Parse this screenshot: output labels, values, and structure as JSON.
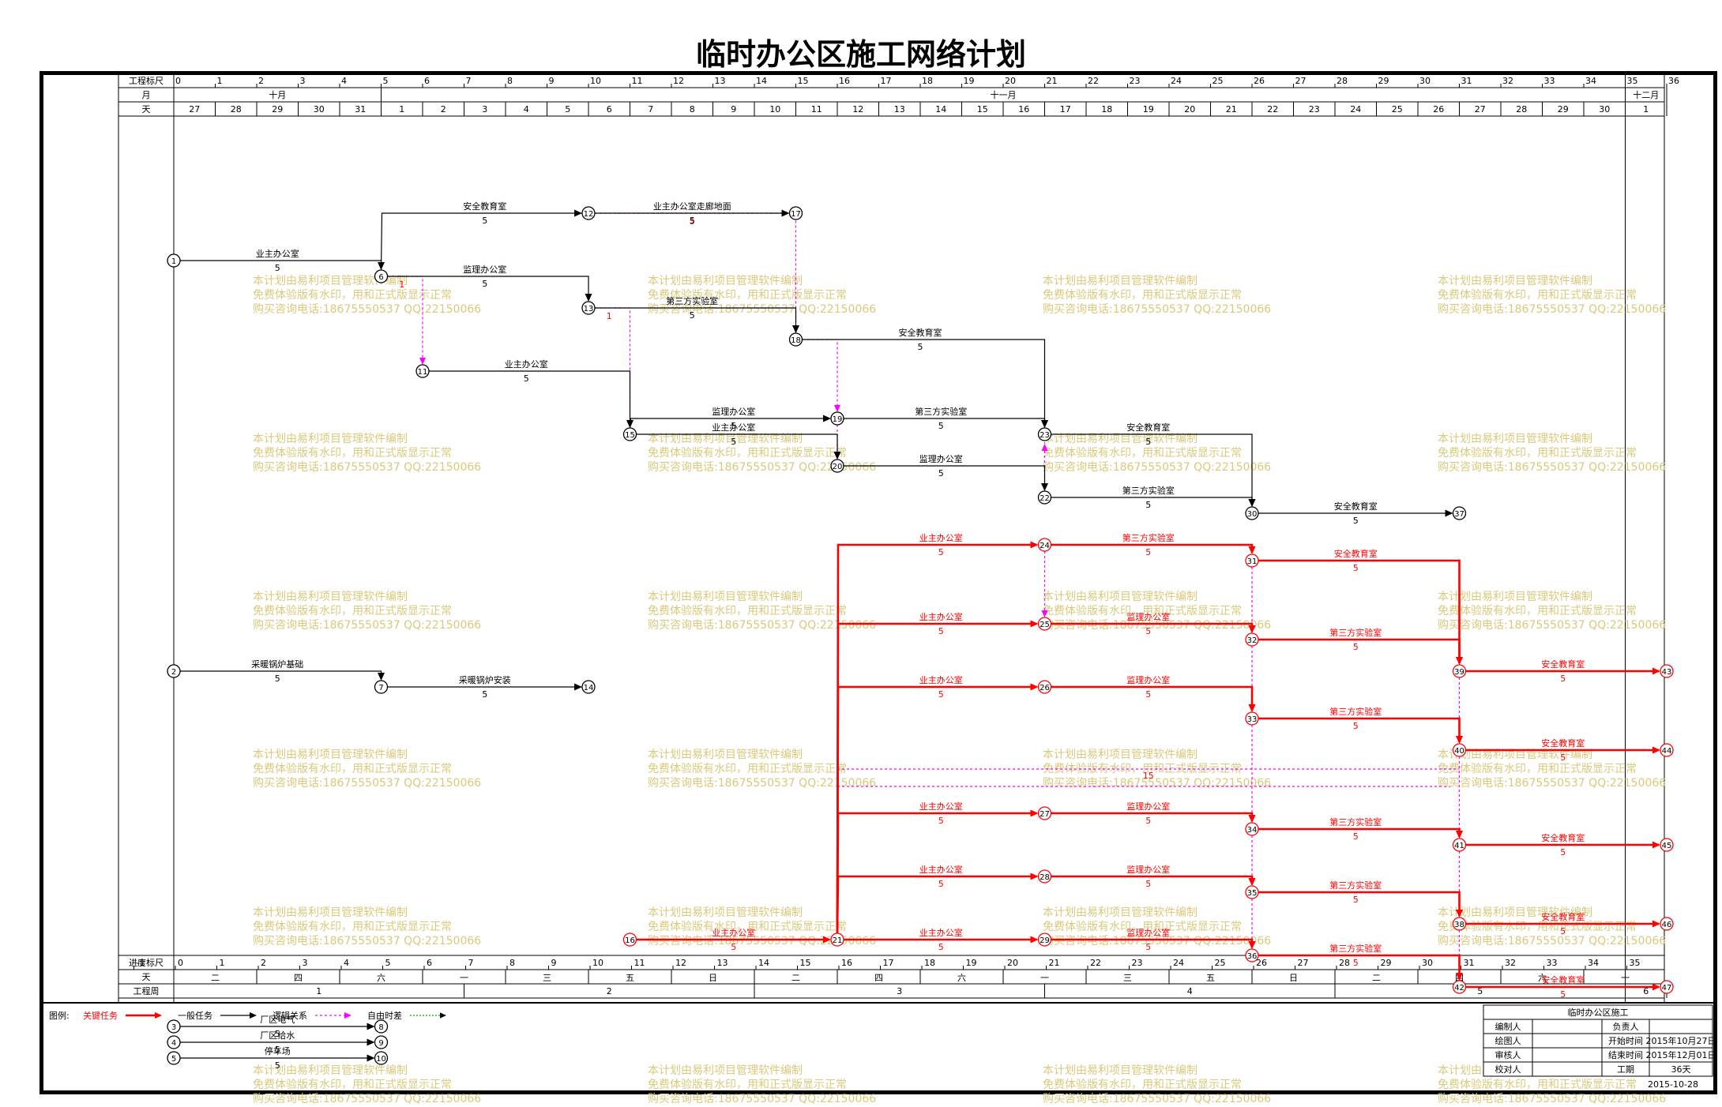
{
  "title": "临时办公区施工网络计划",
  "header": {
    "row1_label": "工程标尺",
    "row2_label": "月",
    "row3_label": "天",
    "ruler": [
      "0",
      "1",
      "2",
      "3",
      "4",
      "5",
      "6",
      "7",
      "8",
      "9",
      "10",
      "11",
      "12",
      "13",
      "14",
      "15",
      "16",
      "17",
      "18",
      "19",
      "20",
      "21",
      "22",
      "23",
      "24",
      "25",
      "26",
      "27",
      "28",
      "29",
      "30",
      "31",
      "32",
      "33",
      "34",
      "35",
      "36"
    ],
    "months": [
      {
        "label": "十月",
        "from": 0,
        "to": 5
      },
      {
        "label": "十一月",
        "from": 5,
        "to": 35
      },
      {
        "label": "十二月",
        "from": 35,
        "to": 36
      }
    ],
    "days": [
      "27",
      "28",
      "29",
      "30",
      "31",
      "1",
      "2",
      "3",
      "4",
      "5",
      "6",
      "7",
      "8",
      "9",
      "10",
      "11",
      "12",
      "13",
      "14",
      "15",
      "16",
      "17",
      "18",
      "19",
      "20",
      "21",
      "22",
      "23",
      "24",
      "25",
      "26",
      "27",
      "28",
      "29",
      "30",
      "1"
    ]
  },
  "footer": {
    "row1_label": "进度标尺",
    "row2_label": "天",
    "row3_label": "工程周",
    "ruler": [
      "-1",
      "0",
      "1",
      "2",
      "3",
      "4",
      "5",
      "6",
      "7",
      "8",
      "9",
      "10",
      "11",
      "12",
      "13",
      "14",
      "15",
      "16",
      "17",
      "18",
      "19",
      "20",
      "21",
      "22",
      "23",
      "24",
      "25",
      "26",
      "27",
      "28",
      "29",
      "30",
      "31",
      "32",
      "33",
      "34",
      "35"
    ],
    "weekdays": [
      "二",
      "四",
      "六",
      "一",
      "三",
      "五",
      "日",
      "二",
      "四",
      "六",
      "一",
      "三",
      "五",
      "日",
      "二",
      "四",
      "六",
      "一"
    ],
    "weeks": [
      {
        "label": "1",
        "from": 0,
        "to": 7
      },
      {
        "label": "2",
        "from": 7,
        "to": 14
      },
      {
        "label": "3",
        "from": 14,
        "to": 21
      },
      {
        "label": "4",
        "from": 21,
        "to": 28
      },
      {
        "label": "5",
        "from": 28,
        "to": 35
      },
      {
        "label": "6",
        "from": 35,
        "to": 36
      }
    ]
  },
  "nodes": [
    {
      "id": "1",
      "t": 0,
      "row": 4
    },
    {
      "id": "2",
      "t": 0,
      "row": 30
    },
    {
      "id": "3",
      "t": 0,
      "row": 52.5
    },
    {
      "id": "4",
      "t": 0,
      "row": 53.5
    },
    {
      "id": "5",
      "t": 0,
      "row": 54.5
    },
    {
      "id": "6",
      "t": 5,
      "row": 5
    },
    {
      "id": "7",
      "t": 5,
      "row": 31
    },
    {
      "id": "8",
      "t": 5,
      "row": 52.5
    },
    {
      "id": "9",
      "t": 5,
      "row": 53.5
    },
    {
      "id": "10",
      "t": 5,
      "row": 54.5
    },
    {
      "id": "11",
      "t": 6,
      "row": 11
    },
    {
      "id": "12",
      "t": 10,
      "row": 1
    },
    {
      "id": "13",
      "t": 10,
      "row": 7
    },
    {
      "id": "14",
      "t": 10,
      "row": 31
    },
    {
      "id": "15",
      "t": 11,
      "row": 15
    },
    {
      "id": "16",
      "t": 11,
      "row": 47
    },
    {
      "id": "17",
      "t": 15,
      "row": 1
    },
    {
      "id": "18",
      "t": 15,
      "row": 9
    },
    {
      "id": "19",
      "t": 16,
      "row": 14
    },
    {
      "id": "20",
      "t": 16,
      "row": 17
    },
    {
      "id": "21",
      "t": 16,
      "row": 47
    },
    {
      "id": "23",
      "t": 21,
      "row": 15
    },
    {
      "id": "22",
      "t": 21,
      "row": 19
    },
    {
      "id": "24",
      "t": 21,
      "row": 22
    },
    {
      "id": "25",
      "t": 21,
      "row": 27
    },
    {
      "id": "26",
      "t": 21,
      "row": 31
    },
    {
      "id": "27",
      "t": 21,
      "row": 39
    },
    {
      "id": "28",
      "t": 21,
      "row": 43
    },
    {
      "id": "29",
      "t": 21,
      "row": 47
    },
    {
      "id": "30",
      "t": 26,
      "row": 20
    },
    {
      "id": "31",
      "t": 26,
      "row": 23
    },
    {
      "id": "32",
      "t": 26,
      "row": 28
    },
    {
      "id": "33",
      "t": 26,
      "row": 33
    },
    {
      "id": "34",
      "t": 26,
      "row": 40
    },
    {
      "id": "35",
      "t": 26,
      "row": 44
    },
    {
      "id": "36",
      "t": 26,
      "row": 48
    },
    {
      "id": "37",
      "t": 31,
      "row": 20
    },
    {
      "id": "39",
      "t": 31,
      "row": 30
    },
    {
      "id": "40",
      "t": 31,
      "row": 35
    },
    {
      "id": "41",
      "t": 31,
      "row": 41
    },
    {
      "id": "38",
      "t": 31,
      "row": 46
    },
    {
      "id": "42",
      "t": 31,
      "row": 50
    },
    {
      "id": "43",
      "t": 36,
      "row": 30
    },
    {
      "id": "44",
      "t": 36,
      "row": 35
    },
    {
      "id": "45",
      "t": 36,
      "row": 41
    },
    {
      "id": "46",
      "t": 36,
      "row": 46
    },
    {
      "id": "47",
      "t": 36,
      "row": 50
    }
  ],
  "tasks": [
    {
      "name": "业主办公室",
      "dur": "5",
      "from": "1",
      "to": "6",
      "kind": "normal"
    },
    {
      "name": "采暖锅炉基础",
      "dur": "5",
      "from": "2",
      "to": "7",
      "kind": "normal"
    },
    {
      "name": "厂区电气",
      "dur": "5",
      "from": "3",
      "to": "8",
      "kind": "normal"
    },
    {
      "name": "厂区给水",
      "dur": "5",
      "from": "4",
      "to": "9",
      "kind": "normal"
    },
    {
      "name": "停车场",
      "dur": "5",
      "from": "5",
      "to": "10",
      "kind": "normal"
    },
    {
      "name": "安全教育室",
      "dur": "5",
      "from": "6",
      "to": "12",
      "kind": "normal"
    },
    {
      "name": "监理办公室",
      "dur": "5",
      "from": "6",
      "to": "13",
      "kind": "normal"
    },
    {
      "name": "采暖锅炉安装",
      "dur": "5",
      "from": "7",
      "to": "14",
      "kind": "normal"
    },
    {
      "name": "业主办公室",
      "dur": "5",
      "from": "11",
      "to": "15",
      "kind": "normal"
    },
    {
      "name": "业主办公室走廊地面",
      "dur": "5",
      "from": "12",
      "to": "17",
      "kind": "normal"
    },
    {
      "name": "第三方实验室",
      "dur": "5",
      "from": "13",
      "to": "18",
      "kind": "normal"
    },
    {
      "name": "监理办公室",
      "dur": "5",
      "from": "15",
      "to": "19",
      "kind": "normal"
    },
    {
      "name": "业主办公室",
      "dur": "5",
      "from": "15",
      "to": "20",
      "kind": "normal"
    },
    {
      "name": "安全教育室",
      "dur": "5",
      "from": "18",
      "to": "23",
      "kind": "normal"
    },
    {
      "name": "第三方实验室",
      "dur": "5",
      "from": "19",
      "to": "23",
      "kind": "normal"
    },
    {
      "name": "监理办公室",
      "dur": "5",
      "from": "20",
      "to": "22",
      "kind": "normal"
    },
    {
      "name": "安全教育室",
      "dur": "5",
      "from": "23",
      "to": "30",
      "kind": "normal"
    },
    {
      "name": "第三方实验室",
      "dur": "5",
      "from": "22",
      "to": "30",
      "kind": "normal"
    },
    {
      "name": "安全教育室",
      "dur": "5",
      "from": "30",
      "to": "37",
      "kind": "normal"
    },
    {
      "name": "业主办公室",
      "dur": "5",
      "from": "16",
      "to": "21",
      "kind": "critical"
    },
    {
      "name": "业主办公室",
      "dur": "5",
      "from": "21",
      "to": "24",
      "kind": "critical"
    },
    {
      "name": "业主办公室",
      "dur": "5",
      "from": "21",
      "to": "25",
      "kind": "critical"
    },
    {
      "name": "业主办公室",
      "dur": "5",
      "from": "21",
      "to": "26",
      "kind": "critical"
    },
    {
      "name": "业主办公室",
      "dur": "5",
      "from": "21",
      "to": "27",
      "kind": "critical"
    },
    {
      "name": "业主办公室",
      "dur": "5",
      "from": "21",
      "to": "28",
      "kind": "critical"
    },
    {
      "name": "业主办公室",
      "dur": "5",
      "from": "21",
      "to": "29",
      "kind": "critical"
    },
    {
      "name": "第三方实验室",
      "dur": "5",
      "from": "24",
      "to": "31",
      "kind": "critical"
    },
    {
      "name": "监理办公室",
      "dur": "5",
      "from": "25",
      "to": "32",
      "kind": "critical"
    },
    {
      "name": "监理办公室",
      "dur": "5",
      "from": "26",
      "to": "33",
      "kind": "critical"
    },
    {
      "name": "监理办公室",
      "dur": "5",
      "from": "27",
      "to": "34",
      "kind": "critical"
    },
    {
      "name": "监理办公室",
      "dur": "5",
      "from": "28",
      "to": "35",
      "kind": "critical"
    },
    {
      "name": "监理办公室",
      "dur": "5",
      "from": "29",
      "to": "36",
      "kind": "critical"
    },
    {
      "name": "安全教育室",
      "dur": "5",
      "from": "31",
      "to": "39",
      "kind": "critical"
    },
    {
      "name": "第三方实验室",
      "dur": "5",
      "from": "32",
      "to": "39",
      "kind": "critical"
    },
    {
      "name": "第三方实验室",
      "dur": "5",
      "from": "33",
      "to": "40",
      "kind": "critical"
    },
    {
      "name": "第三方实验室",
      "dur": "5",
      "from": "34",
      "to": "41",
      "kind": "critical"
    },
    {
      "name": "第三方实验室",
      "dur": "5",
      "from": "35",
      "to": "38",
      "kind": "critical"
    },
    {
      "name": "第三方实验室",
      "dur": "5",
      "from": "36",
      "to": "42",
      "kind": "critical"
    },
    {
      "name": "安全教育室",
      "dur": "5",
      "from": "39",
      "to": "43",
      "kind": "critical"
    },
    {
      "name": "安全教育室",
      "dur": "5",
      "from": "40",
      "to": "44",
      "kind": "critical"
    },
    {
      "name": "安全教育室",
      "dur": "5",
      "from": "41",
      "to": "45",
      "kind": "critical"
    },
    {
      "name": "安全教育室",
      "dur": "5",
      "from": "38",
      "to": "46",
      "kind": "critical"
    },
    {
      "name": "安全教育室",
      "dur": "5",
      "from": "42",
      "to": "47",
      "kind": "critical"
    }
  ],
  "dummies": [
    {
      "from": "6",
      "to": "11",
      "label": "1"
    },
    {
      "from": "13",
      "to": "15",
      "label": "1"
    },
    {
      "from": "12",
      "to": "18",
      "label": "5"
    },
    {
      "from": "18",
      "to": "19",
      "label": ""
    },
    {
      "from": "19",
      "to": "20",
      "label": ""
    },
    {
      "from": "22",
      "to": "23",
      "label": ""
    },
    {
      "from": "24",
      "to": "25",
      "label": ""
    },
    {
      "from": "31",
      "to": "32",
      "label": ""
    },
    {
      "from": "32",
      "to": "33",
      "label": ""
    },
    {
      "from": "33",
      "to": "34",
      "label": ""
    },
    {
      "from": "34",
      "to": "35",
      "label": ""
    },
    {
      "from": "35",
      "to": "36",
      "label": ""
    },
    {
      "from": "39",
      "to": "40",
      "label": ""
    },
    {
      "from": "40",
      "to": "41",
      "label": ""
    },
    {
      "from": "41",
      "to": "38",
      "label": ""
    },
    {
      "from": "38",
      "to": "42",
      "label": ""
    }
  ],
  "float_band": {
    "label": "15",
    "from": 16,
    "to": 31
  },
  "legend": {
    "prefix": "图例:",
    "items": [
      {
        "label": "关键任务",
        "kind": "critical"
      },
      {
        "label": "一般任务",
        "kind": "normal"
      },
      {
        "label": "逻辑关系",
        "kind": "dummy"
      },
      {
        "label": "自由时差",
        "kind": "float"
      }
    ]
  },
  "info_box": {
    "title": "临时办公区施工",
    "rows": [
      [
        "编制人",
        "",
        "负责人",
        ""
      ],
      [
        "绘图人",
        "",
        "开始时间",
        "2015年10月27日"
      ],
      [
        "审核人",
        "",
        "结束时间",
        "2015年12月01日"
      ],
      [
        "校对人",
        "",
        "工期",
        "36天"
      ]
    ],
    "date": "2015-10-28"
  },
  "watermark": [
    "本计划由易利项目管理软件编制",
    "免费体验版有水印，用和正式版显示正常",
    "购买咨询电话:18675550537 QQ:22150066"
  ],
  "colors": {
    "critical": "#ff0000",
    "normal": "#000000",
    "dummy": "#ff00ff",
    "float": "#00aa00",
    "watermark": "#d9c97a"
  }
}
